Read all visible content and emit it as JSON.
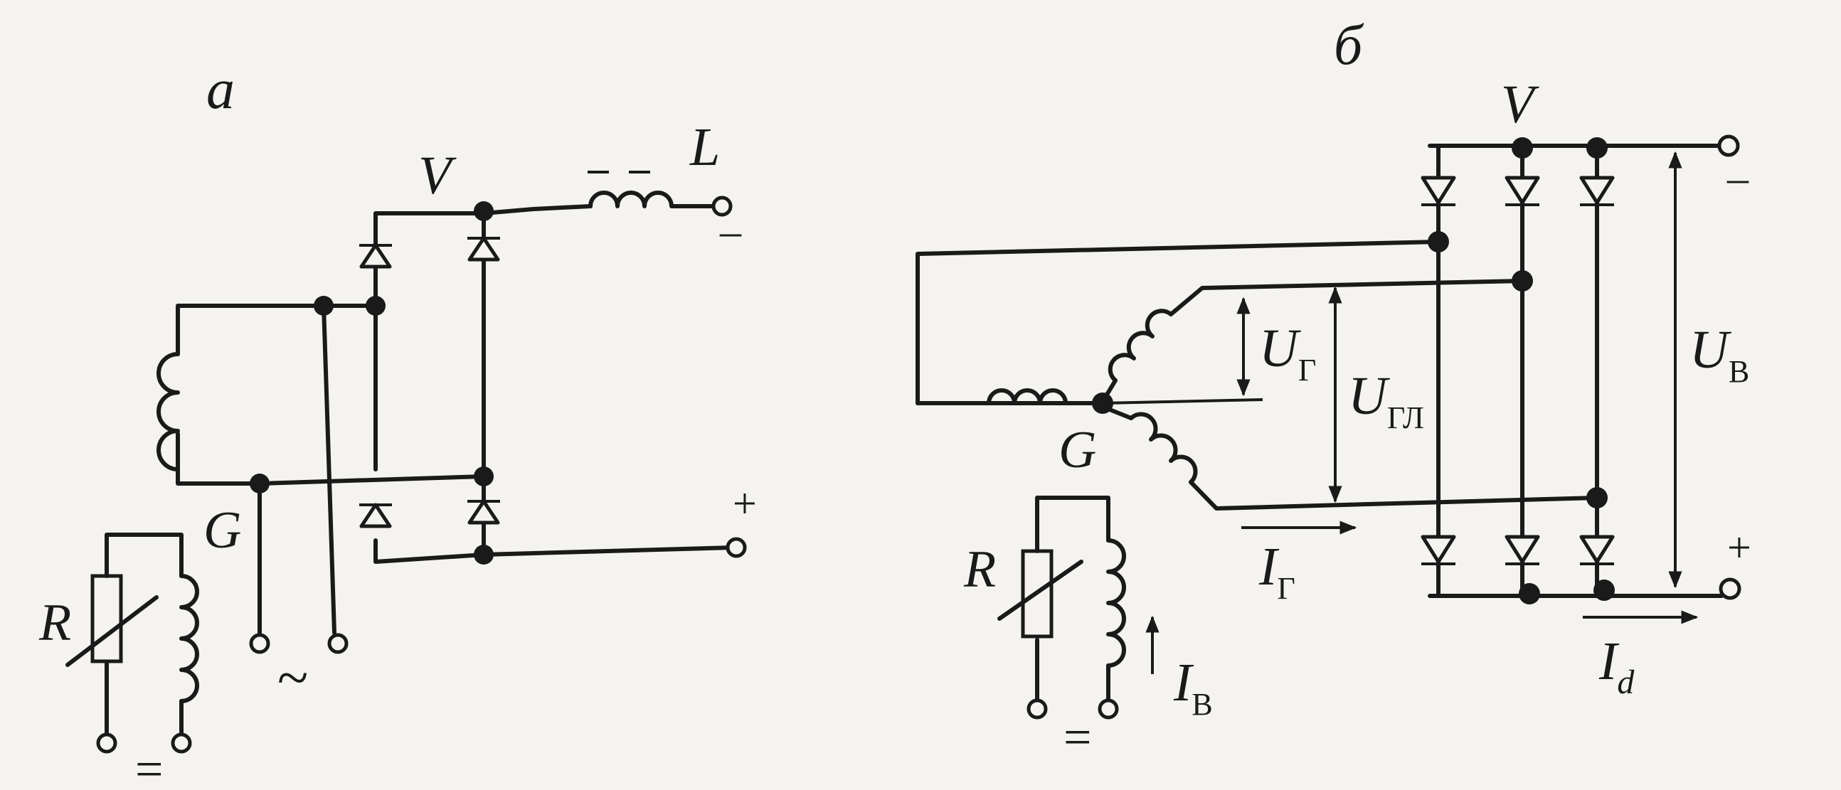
{
  "diagram_a": {
    "caption": "а",
    "diode_label": "V",
    "inductor_label": "L",
    "minus": "–",
    "plus": "+",
    "generator_label": "G",
    "resistor_label": "R",
    "ac_symbol": "~",
    "dc_symbol": "="
  },
  "diagram_b": {
    "caption": "б",
    "diode_label": "V",
    "minus": "–",
    "plus": "+",
    "generator_label": "G",
    "resistor_label": "R",
    "dc_symbol": "=",
    "u_phase": {
      "main": "U",
      "sub": "Г"
    },
    "u_line": {
      "main": "U",
      "sub": "ГЛ"
    },
    "u_rect": {
      "main": "U",
      "sub": "В"
    },
    "i_phase": {
      "main": "I",
      "sub": "Г"
    },
    "i_excite": {
      "main": "I",
      "sub": "В"
    },
    "i_load": {
      "main": "I",
      "sub": "d"
    }
  }
}
